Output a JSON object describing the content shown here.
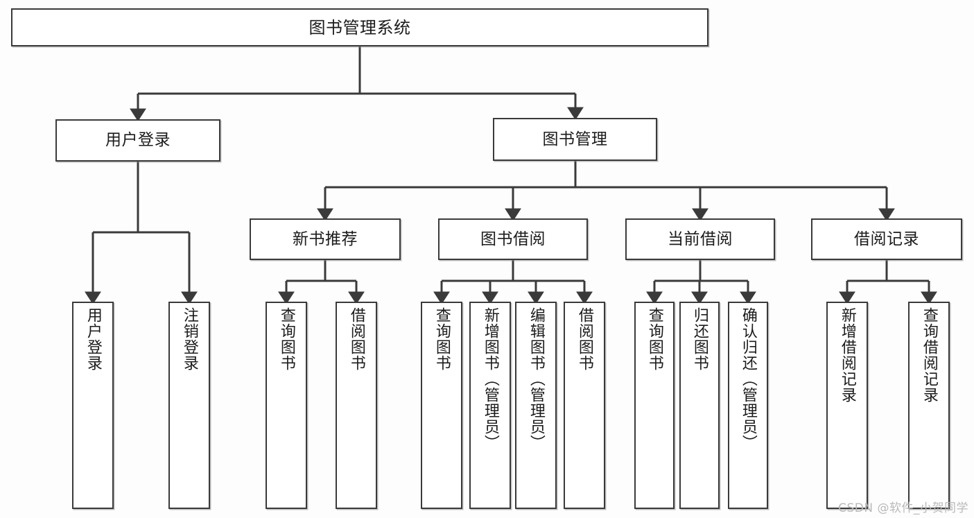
{
  "diagram": {
    "title": "图书管理系统",
    "type": "tree-hierarchy-diagram",
    "watermark": "CSDN @软件_小贺同学",
    "colors": {
      "box_border": "#3a3a3a",
      "box_fill": "#ffffff",
      "edge": "#3a3a3a",
      "canvas": "#fdfdfd",
      "watermark": "#b9b9b9"
    },
    "root": {
      "label": "图书管理系统"
    },
    "level1": [
      {
        "id": "user-login",
        "label": "用户登录"
      },
      {
        "id": "book-manage",
        "label": "图书管理"
      }
    ],
    "level2": [
      {
        "id": "new-book-recommend",
        "label": "新书推荐",
        "parent": "book-manage"
      },
      {
        "id": "book-borrow",
        "label": "图书借阅",
        "parent": "book-manage"
      },
      {
        "id": "current-borrow",
        "label": "当前借阅",
        "parent": "book-manage"
      },
      {
        "id": "borrow-record",
        "label": "借阅记录",
        "parent": "book-manage"
      }
    ],
    "leaves": {
      "user-login": [
        {
          "id": "leaf-user-login",
          "label": "用户登录"
        },
        {
          "id": "leaf-user-logout",
          "label": "注销登录"
        }
      ],
      "new-book-recommend": [
        {
          "id": "leaf-query-book-1",
          "label": "查询图书"
        },
        {
          "id": "leaf-borrow-book-1",
          "label": "借阅图书"
        }
      ],
      "book-borrow": [
        {
          "id": "leaf-query-book-2",
          "label": "查询图书"
        },
        {
          "id": "leaf-add-book",
          "label": "新增图书（管理员）"
        },
        {
          "id": "leaf-edit-book",
          "label": "编辑图书（管理员）"
        },
        {
          "id": "leaf-borrow-book-2",
          "label": "借阅图书"
        }
      ],
      "current-borrow": [
        {
          "id": "leaf-query-book-3",
          "label": "查询图书"
        },
        {
          "id": "leaf-return-book",
          "label": "归还图书"
        },
        {
          "id": "leaf-confirm-return",
          "label": "确认归还（管理员）"
        }
      ],
      "borrow-record": [
        {
          "id": "leaf-add-record",
          "label": "新增借阅记录"
        },
        {
          "id": "leaf-query-record",
          "label": "查询借阅记录"
        }
      ]
    }
  }
}
